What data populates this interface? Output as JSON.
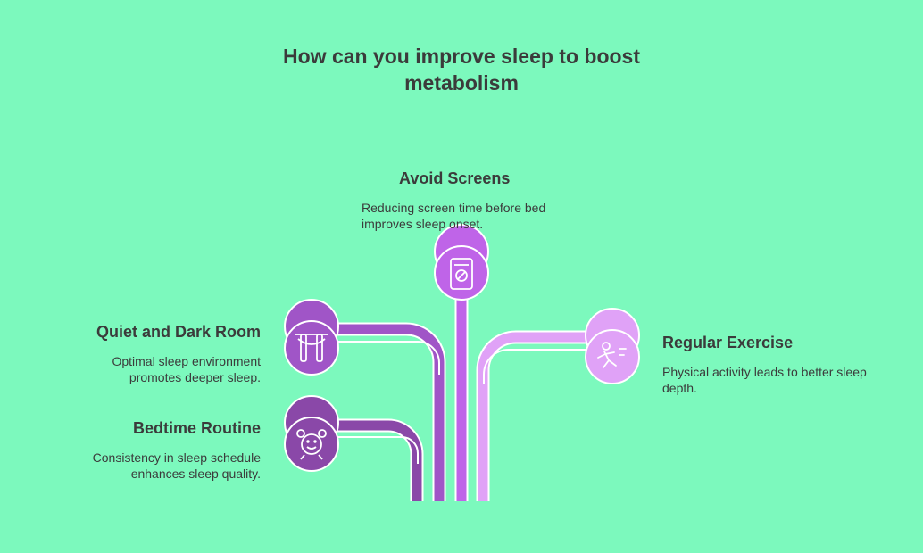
{
  "title": "How can you improve sleep to boost metabolism",
  "colors": {
    "background": "#7cf9bd",
    "routine": "#8a48a8",
    "room": "#a055c7",
    "screens": "#bf64e8",
    "exercise": "#e0a2f7",
    "outline": "#ffffff",
    "text": "#3b3b3b"
  },
  "items": {
    "screens": {
      "heading": "Avoid Screens",
      "description": "Reducing screen time before bed improves sleep onset.",
      "icon": "phone-screen-icon"
    },
    "room": {
      "heading": "Quiet and Dark Room",
      "description": "Optimal sleep environment promotes deeper sleep.",
      "icon": "window-curtains-icon"
    },
    "routine": {
      "heading": "Bedtime Routine",
      "description": "Consistency in sleep schedule enhances sleep quality.",
      "icon": "alarm-clock-icon"
    },
    "exercise": {
      "heading": "Regular Exercise",
      "description": "Physical activity leads to better sleep depth.",
      "icon": "running-person-icon"
    }
  }
}
